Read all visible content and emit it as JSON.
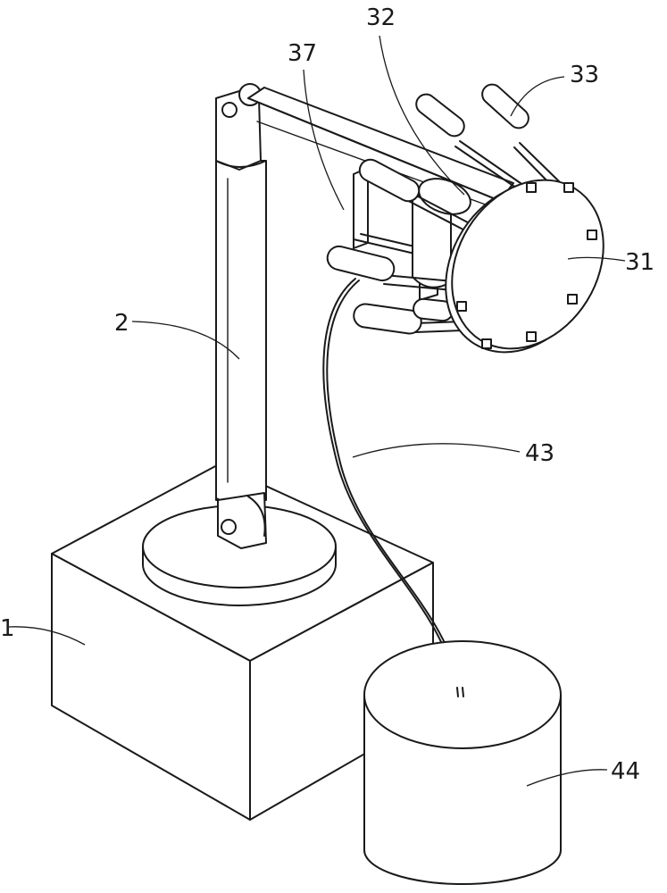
{
  "figure": {
    "labels": {
      "base": "1",
      "column": "2",
      "disc": "31",
      "motor": "32",
      "cylinders": "33",
      "bracket": "37",
      "wire": "43",
      "container": "44"
    }
  }
}
